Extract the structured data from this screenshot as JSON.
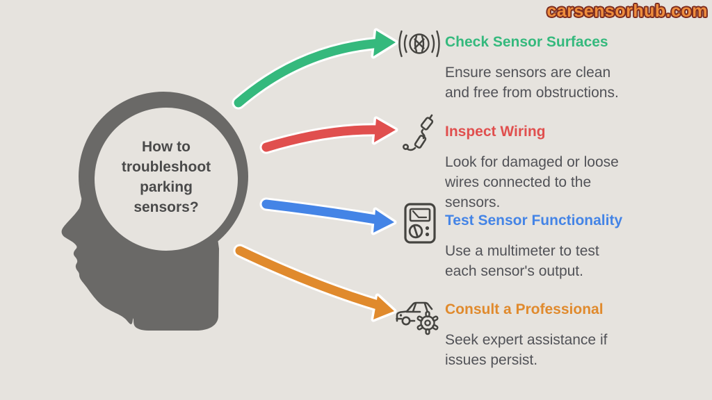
{
  "watermark": {
    "text": "carsensorhub.com",
    "fill": "#ef8d3d",
    "outline": "#7c2d20"
  },
  "head": {
    "question": "How to troubleshoot parking sensors?"
  },
  "items": [
    {
      "icon": "parking-sensor-icon",
      "title": "Check Sensor Surfaces",
      "description": "Ensure sensors are clean and free from obstructions.",
      "color": "#35b97d"
    },
    {
      "icon": "wiring-icon",
      "title": "Inspect Wiring",
      "description": "Look for damaged or loose wires connected to the sensors.",
      "color": "#e04f4e"
    },
    {
      "icon": "multimeter-icon",
      "title": "Test Sensor Functionality",
      "description": "Use a multimeter to test each sensor's output.",
      "color": "#4484e6"
    },
    {
      "icon": "car-gear-icon",
      "title": "Consult a Professional",
      "description": "Seek expert assistance if issues persist.",
      "color": "#e08a2d"
    }
  ],
  "colors": {
    "background": "#e6e3de",
    "head_silhouette": "#6a6967",
    "question_text": "#4a4a4a",
    "description_text": "#515257",
    "icon_stroke": "#454440",
    "arrow_outline": "#ffffff"
  }
}
